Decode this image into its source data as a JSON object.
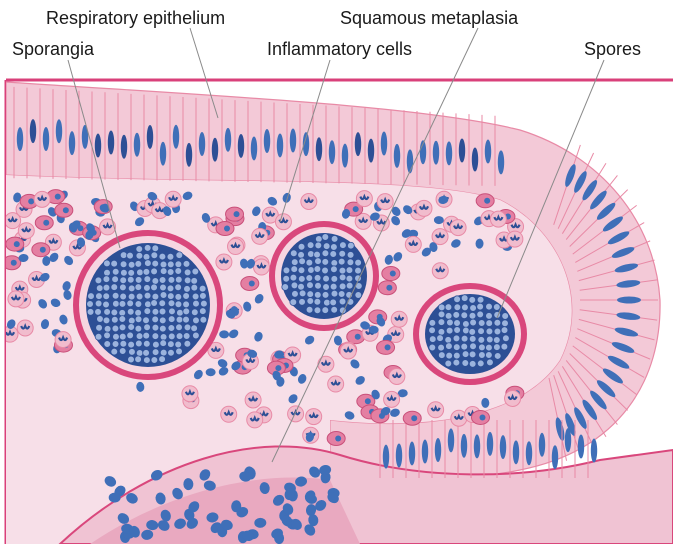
{
  "figure": {
    "labels": {
      "respiratory_epithelium": "Respiratory epithelium",
      "squamous_metaplasia": "Squamous metaplasia",
      "sporangia": "Sporangia",
      "inflammatory_cells": "Inflammatory cells",
      "spores": "Spores"
    },
    "colors": {
      "frame": "#d9407a",
      "stroma": "#f7d9e3",
      "epithelium": "#f3c9d7",
      "cell_border": "#e88aa6",
      "nucleus": "#3f6fb8",
      "nucleus_dark": "#2d4f95",
      "sporangium_wall": "#d9477c",
      "spore_fill": "#9bb3dd",
      "leader_line": "#8a8a8a"
    }
  }
}
